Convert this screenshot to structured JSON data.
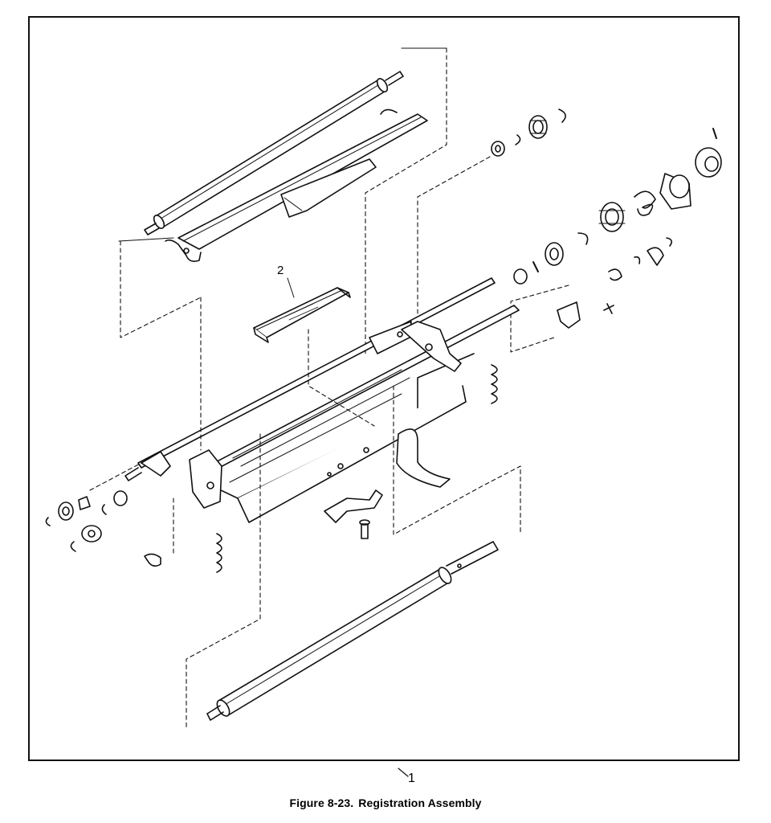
{
  "figure": {
    "number": "Figure 8-23.",
    "title": "Registration Assembly"
  },
  "callouts": {
    "assembly": "1",
    "guide": "2"
  }
}
